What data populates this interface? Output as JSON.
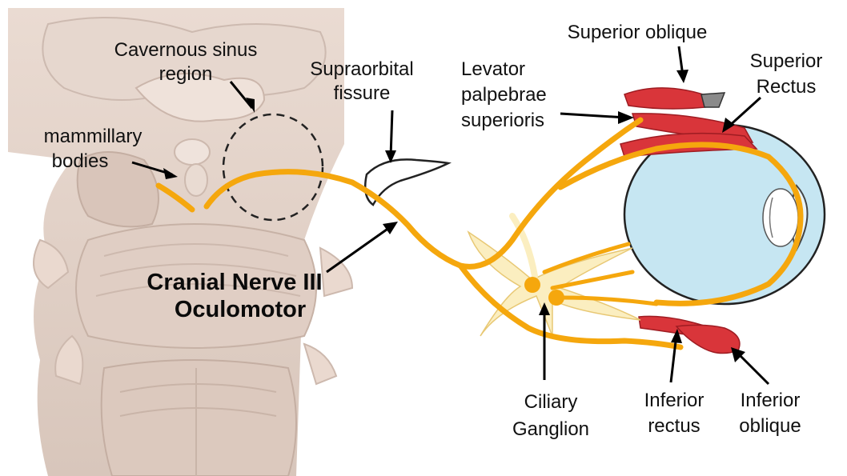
{
  "labels": {
    "cavernous_sinus_line1": "Cavernous sinus",
    "cavernous_sinus_line2": "region",
    "supraorbital_line1": "Supraorbital",
    "supraorbital_line2": "fissure",
    "mammillary_line1": "mammillary",
    "mammillary_line2": "bodies",
    "levator_line1": "Levator",
    "levator_line2": "palpebrae",
    "levator_line3": "superioris",
    "superior_oblique": "Superior oblique",
    "superior_rectus_line1": "Superior",
    "superior_rectus_line2": "Rectus",
    "cranial_nerve_line1": "Cranial Nerve III",
    "cranial_nerve_line2": "Oculomotor",
    "ciliary_line1": "Ciliary",
    "ciliary_line2": "Ganglion",
    "inferior_rectus_line1": "Inferior",
    "inferior_rectus_line2": "rectus",
    "inferior_oblique_line1": "Inferior",
    "inferior_oblique_line2": "oblique"
  },
  "colors": {
    "nerve": "#f5a70d",
    "muscle": "#d9353a",
    "eyeball": "#c6e6f2",
    "ganglion": "#fbeec0",
    "brainstem": "#e3d2c8"
  }
}
